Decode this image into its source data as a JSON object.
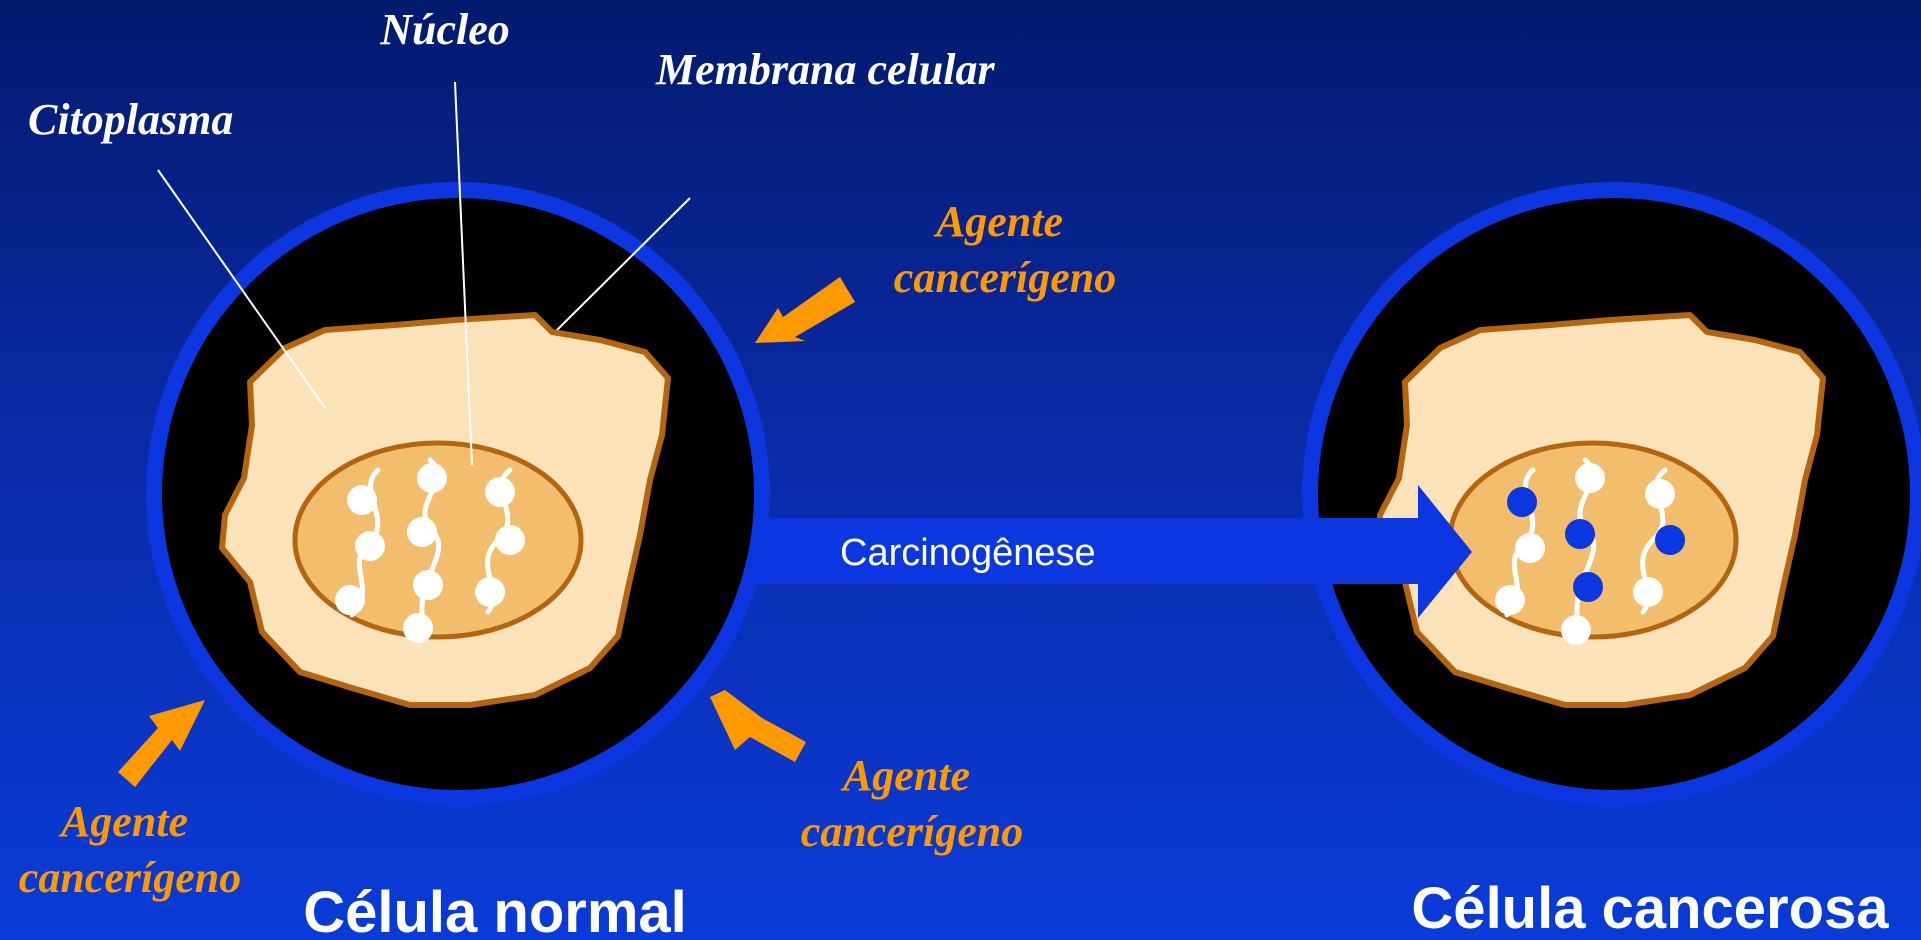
{
  "labels": {
    "nucleus": "Núcleo",
    "membrane": "Membrana celular",
    "cytoplasm": "Citoplasma",
    "agent_top": [
      "Agente",
      "cancerígeno"
    ],
    "agent_bottom_right": [
      "Agente",
      "cancerígeno"
    ],
    "agent_bottom_left": [
      "Agente",
      "cancerígeno"
    ],
    "process": "Carcinogênese",
    "normal_cell": "Célula normal",
    "cancer_cell": "Célula cancerosa"
  },
  "colors": {
    "background_top": "#041a6e",
    "background_bottom": "#0a3bd8",
    "cell_ring": "#0b36e0",
    "cell_disc": "#000000",
    "cytoplasm": "#fce2b8",
    "cytoplasm_outline": "#b5650f",
    "nucleus": "#f2bd6c",
    "chromosome_white": "#ffffff",
    "mutated_gene": "#0b36e0",
    "agent_arrow": "#ff9900",
    "agent_text": "#ff9900",
    "process_arrow": "#0b36e0",
    "label_text": "#ffffff"
  }
}
